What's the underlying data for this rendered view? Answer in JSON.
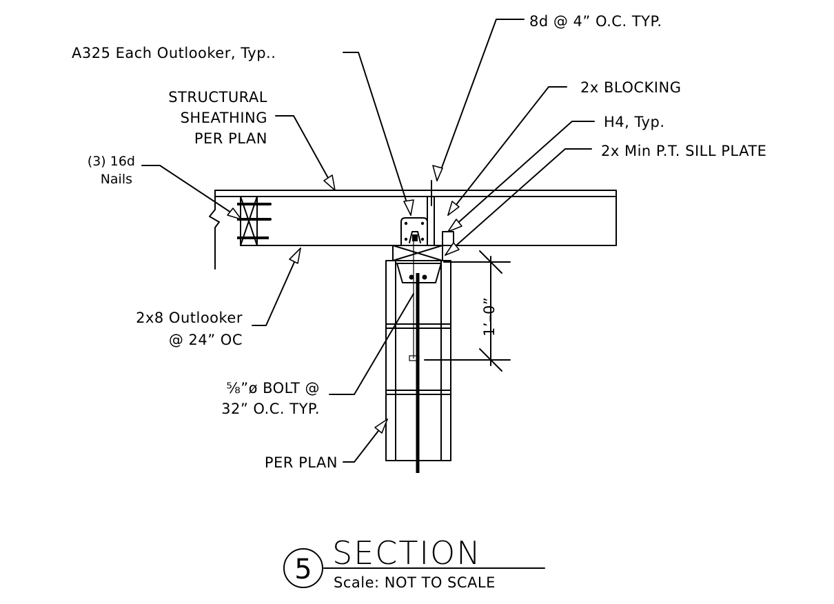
{
  "labels": {
    "a325": "A325 Each Outlooker, Typ..",
    "nailing_8d": "8d @ 4” O.C. TYP.",
    "blocking": "2x BLOCKING",
    "h4": "H4, Typ.",
    "sill_plate": "2x Min P.T. SILL PLATE",
    "sheathing_1": "STRUCTURAL",
    "sheathing_2": "SHEATHING",
    "sheathing_3": "PER PLAN",
    "nails_1": "(3) 16d",
    "nails_2": "Nails",
    "outlooker_1": "2x8 Outlooker",
    "outlooker_2": "@ 24” OC",
    "bolt_1": "⅝”ø BOLT @",
    "bolt_2": "32” O.C. TYP.",
    "per_plan": "PER PLAN",
    "dimension": "1’–0”"
  },
  "title_block": {
    "detail_number": "5",
    "title": "SECTION",
    "scale": "Scale:  NOT  TO  SCALE"
  },
  "colors": {
    "line": "#000000",
    "background": "#ffffff"
  }
}
